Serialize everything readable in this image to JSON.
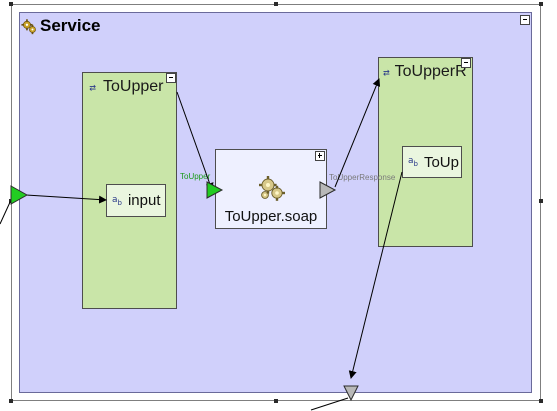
{
  "service": {
    "title": "Service",
    "icon": "gear-icon"
  },
  "input_message": {
    "label": "ToUpper",
    "icon": "message-icon",
    "part": {
      "label": "input",
      "icon": "string-type-icon"
    }
  },
  "operation": {
    "label": "ToUpper.soap",
    "icon": "gears-icon",
    "input_port_label": "ToUpper",
    "output_port_label": "ToUpperResponse"
  },
  "output_message": {
    "label": "ToUpperR",
    "icon": "message-icon",
    "part": {
      "label": "ToUp",
      "icon": "string-type-icon"
    }
  },
  "colors": {
    "service_fill": "#d0d0fb",
    "message_fill": "#c9e5a8",
    "part_fill": "#eaf6df",
    "operation_fill": "#eef0ff",
    "input_port": "#22cc22",
    "output_port": "#b8b8b8",
    "input_label": "#1a9a1a",
    "output_label": "#7a7a7a"
  }
}
